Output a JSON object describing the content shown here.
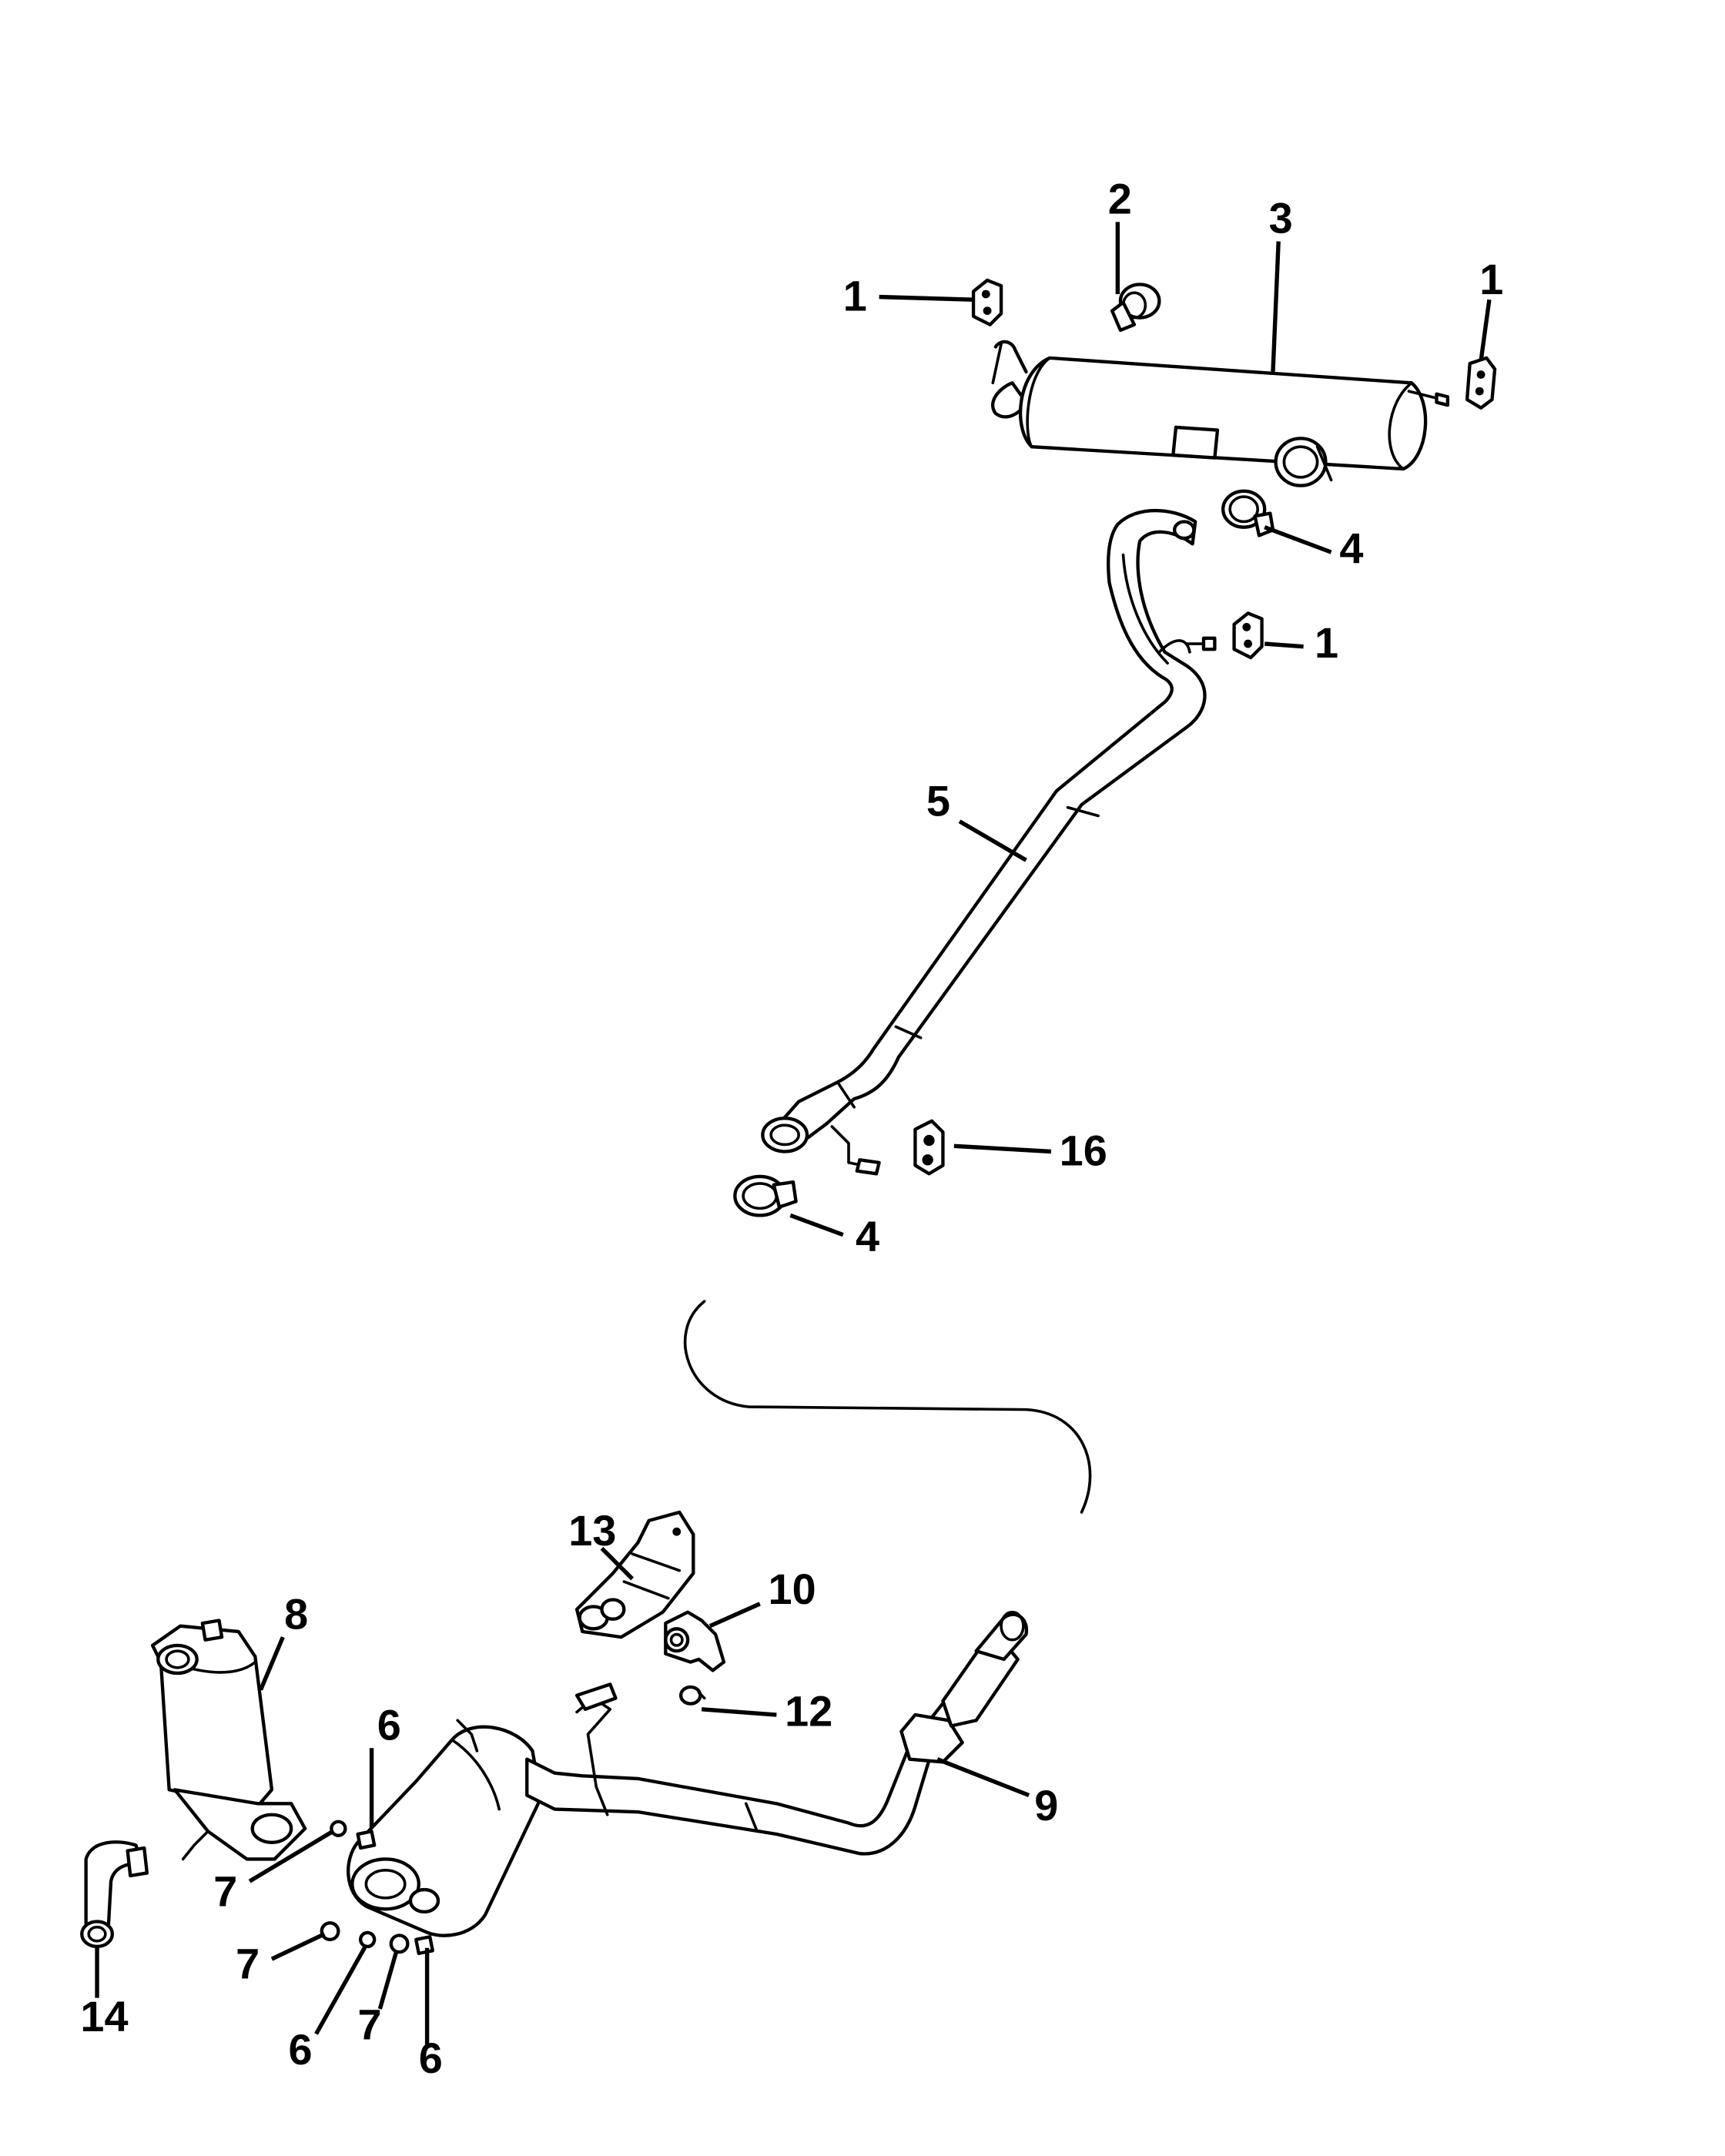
{
  "diagram": {
    "callouts": {
      "c1a": "1",
      "c2": "2",
      "c3": "3",
      "c1b": "1",
      "c4a": "4",
      "c1c": "1",
      "c5": "5",
      "c16": "16",
      "c4b": "4",
      "c13": "13",
      "c10": "10",
      "c8": "8",
      "c12": "12",
      "c6a": "6",
      "c9": "9",
      "c7a": "7",
      "c7b": "7",
      "c7c": "7",
      "c6b": "6",
      "c6c": "6",
      "c14": "14"
    }
  }
}
